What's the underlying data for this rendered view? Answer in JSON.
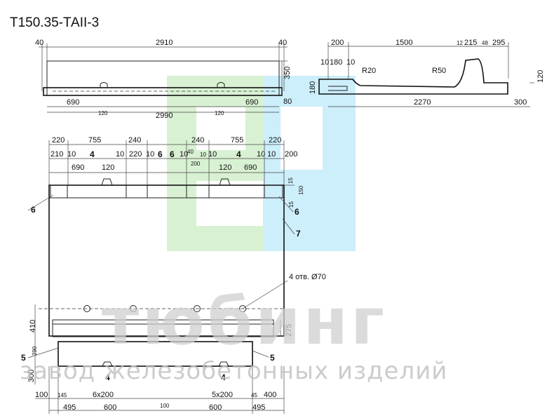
{
  "title": "Т150.35-ТАII-3",
  "colors": {
    "line": "#222222",
    "logo_green": "#d9f1d3",
    "logo_blue": "#cdeefb",
    "watermark": "#cfcfcf"
  },
  "watermark": {
    "brand": "тюбинг",
    "tagline": "завод железобетонных изделий"
  },
  "side_view": {
    "dims": {
      "left_margin": "40",
      "length": "2910",
      "right_margin": "40",
      "full_length": "2990",
      "seg_left": "690",
      "seg_right": "690",
      "pad_left": "120",
      "pad_right": "120",
      "height": "350",
      "base": "80"
    }
  },
  "section_view": {
    "dims": {
      "top_200": "200",
      "top_1500": "1500",
      "top_12": "12",
      "top_215": "215",
      "top_48": "48",
      "top_295": "295",
      "d10a": "10",
      "d180": "180",
      "d10b": "10",
      "radius_small": "R20",
      "radius_large": "R50",
      "left_height": "180",
      "right_height": "120",
      "bottom_2270": "2270",
      "bottom_300": "300"
    }
  },
  "plan_view": {
    "top_dims": {
      "d220_left": "220",
      "d755_left": "755",
      "d240_left": "240",
      "d240_right": "240",
      "d755_right": "755",
      "d220_right": "220",
      "d210": "210",
      "d10_1": "10",
      "d10_2": "10",
      "d220_mid": "220",
      "d10_3": "10",
      "d10_4": "10",
      "d40": "40",
      "d10_5": "10",
      "d10_6": "10",
      "d10_7": "10",
      "d10_8": "10",
      "d200_right": "200",
      "d690_left": "690",
      "d120_left": "120",
      "d200_mid": "200",
      "d120_right": "120",
      "d690_right": "690"
    },
    "side_dims": {
      "d15_top": "15",
      "d150": "150",
      "d15_side": "15",
      "d410": "410",
      "d275": "275",
      "d290": "290",
      "d300": "300"
    },
    "holes_label": "4 отв. Ø70",
    "bottom_dims": {
      "d100": "100",
      "d145": "145",
      "spacing_left": "6x200",
      "spacing_right": "5x200",
      "d45": "45",
      "d400": "400",
      "d495_left": "495",
      "d600_left": "600",
      "d100_mid": "100",
      "d600_right": "600",
      "d495_right": "495"
    },
    "callouts": {
      "c4_a": "4",
      "c6_a": "6",
      "c6_b": "6",
      "c4_b": "4",
      "c6_left": "6",
      "c6_right": "6",
      "c7": "7",
      "c5_left": "5",
      "c5_right": "5",
      "c4_bot_left": "4",
      "c4_bot_right": "4"
    }
  }
}
